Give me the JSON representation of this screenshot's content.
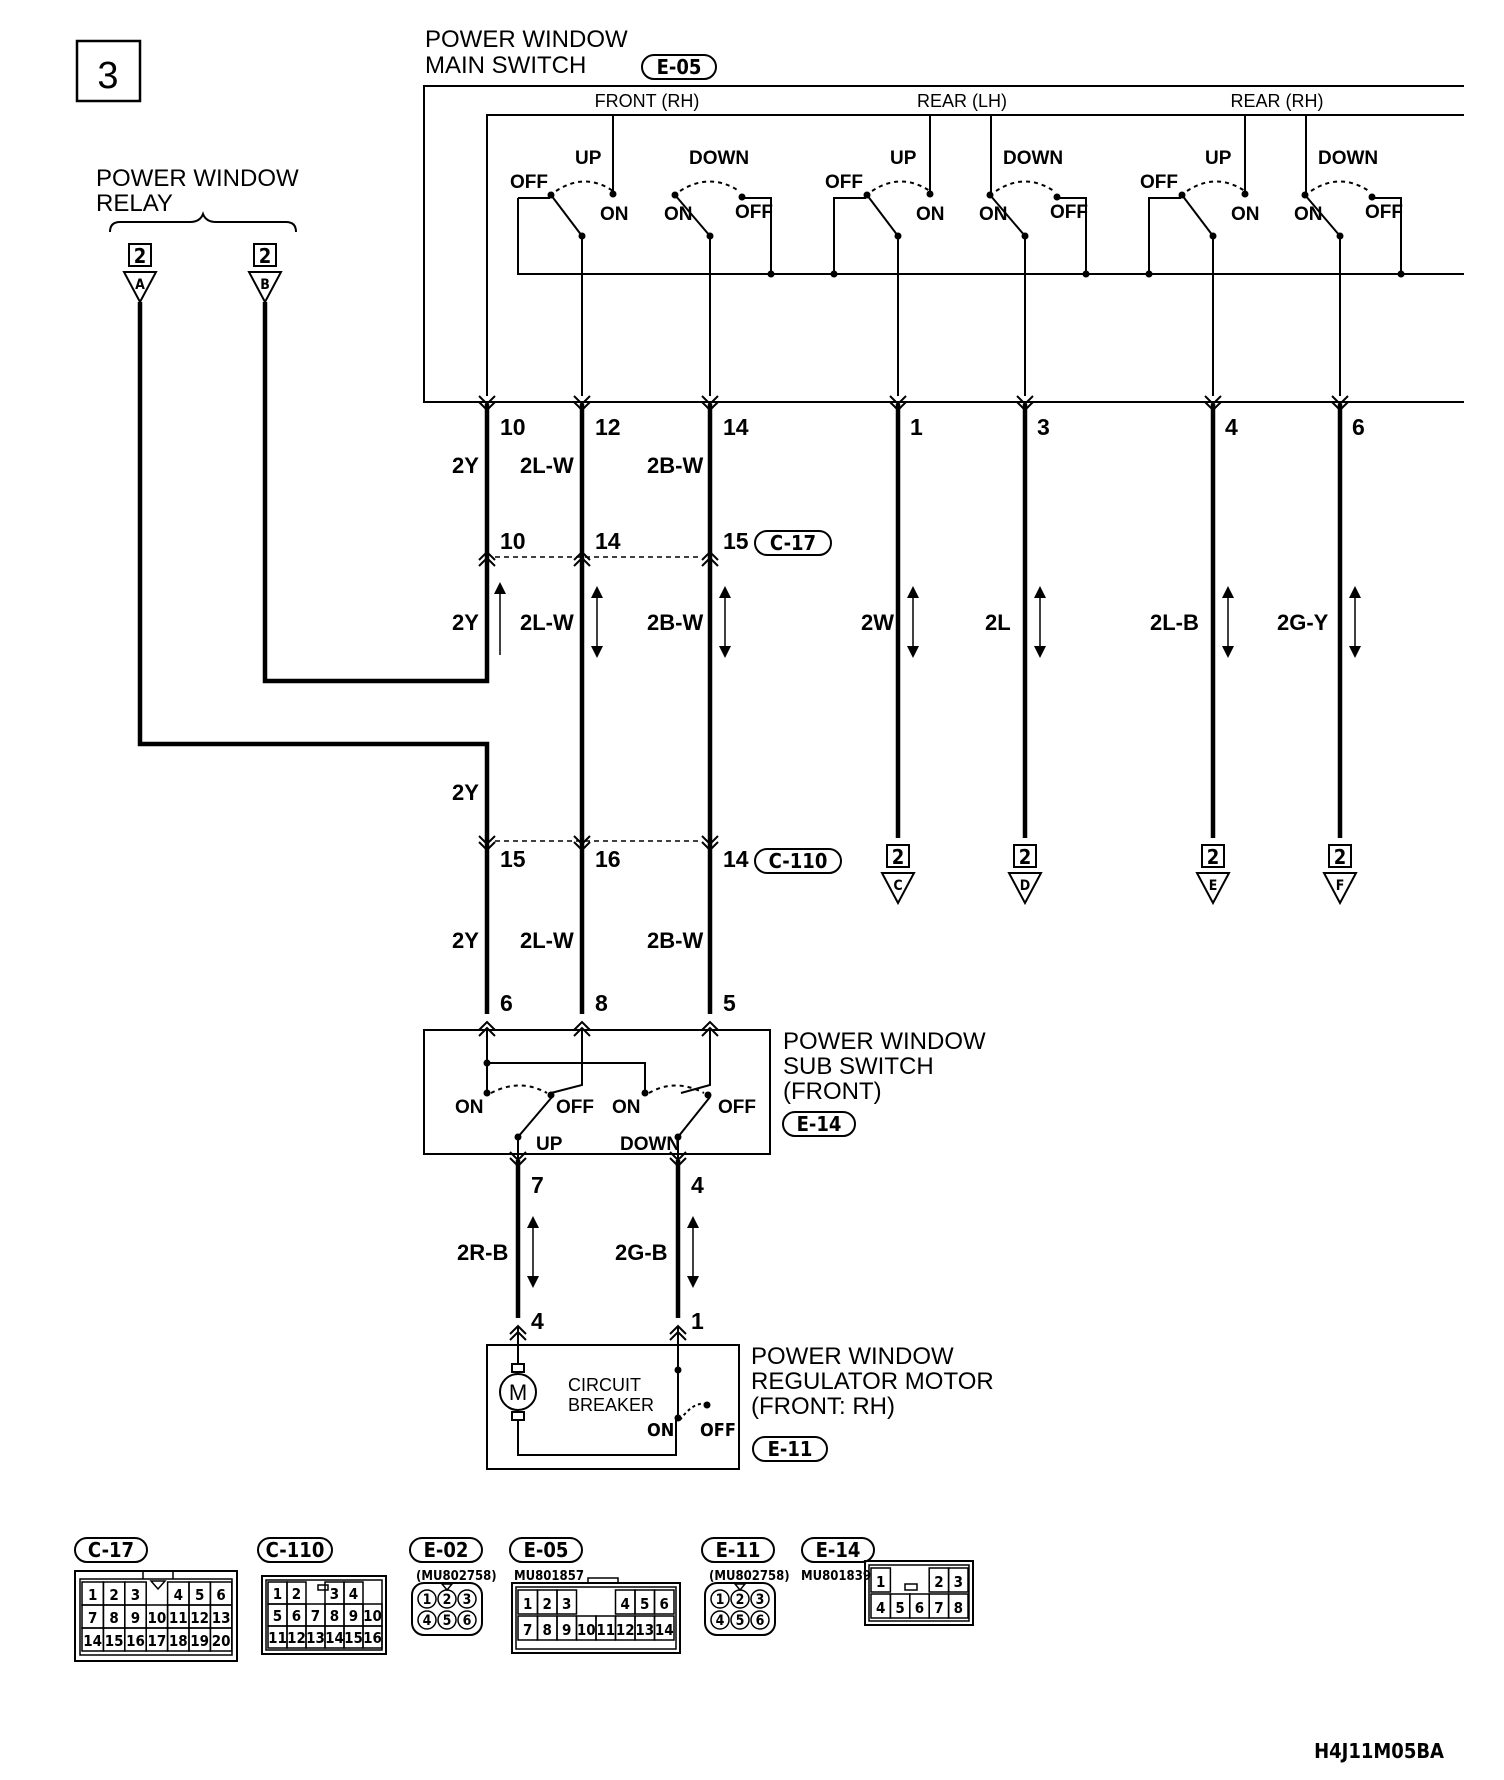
{
  "page_number": "3",
  "figure_code": "H4J11M05BA",
  "main_switch": {
    "title_1": "POWER WINDOW",
    "title_2": "MAIN SWITCH",
    "connector": "E-05",
    "group_front_rh": "FRONT (RH)",
    "group_rear_lh": "REAR (LH)",
    "group_rear_rh": "REAR (RH)",
    "up": "UP",
    "down": "DOWN",
    "on": "ON",
    "off": "OFF"
  },
  "relay": {
    "title_1": "POWER WINDOW",
    "title_2": "RELAY",
    "page_ref": "2",
    "letter_a": "A",
    "letter_b": "B"
  },
  "pins": {
    "main": [
      "10",
      "12",
      "14",
      "1",
      "3",
      "4",
      "6"
    ],
    "c17": [
      "10",
      "14",
      "15"
    ],
    "c110": [
      "15",
      "16",
      "14"
    ],
    "sub_top": [
      "6",
      "8",
      "5"
    ],
    "sub_bottom": [
      "7",
      "4"
    ],
    "motor": [
      "4",
      "1"
    ]
  },
  "connectors": {
    "c17": "C-17",
    "c110": "C-110",
    "e02": "E-02",
    "e05": "E-05",
    "e11": "E-11",
    "e14": "E-14"
  },
  "wires": {
    "y": "2Y",
    "lw": "2L-W",
    "bw": "2B-W",
    "w": "2W",
    "l": "2L",
    "lb": "2L-B",
    "gy": "2G-Y",
    "rb": "2R-B",
    "gb": "2G-B"
  },
  "offpage": {
    "page_ref": "2",
    "letters": [
      "C",
      "D",
      "E",
      "F"
    ]
  },
  "sub_switch": {
    "title_1": "POWER WINDOW",
    "title_2": "SUB SWITCH",
    "title_3": "(FRONT)",
    "connector": "E-14",
    "on": "ON",
    "off": "OFF",
    "up": "UP",
    "down": "DOWN"
  },
  "motor": {
    "title_1": "POWER WINDOW",
    "title_2": "REGULATOR MOTOR",
    "title_3": "(FRONT: RH)",
    "connector": "E-11",
    "symbol": "M",
    "breaker_1": "CIRCUIT",
    "breaker_2": "BREAKER",
    "on": "ON",
    "off": "OFF"
  },
  "legend": {
    "c17_rows": [
      [
        "1",
        "2",
        "3",
        "",
        "4",
        "5",
        "6"
      ],
      [
        "7",
        "8",
        "9",
        "10",
        "11",
        "12",
        "13"
      ],
      [
        "14",
        "15",
        "16",
        "17",
        "18",
        "19",
        "20"
      ]
    ],
    "c110_rows": [
      [
        "1",
        "2",
        "",
        "3",
        "4"
      ],
      [
        "5",
        "6",
        "7",
        "8",
        "9",
        "10"
      ],
      [
        "11",
        "12",
        "13",
        "14",
        "15",
        "16"
      ]
    ],
    "round_pins": [
      "1",
      "2",
      "3",
      "4",
      "5",
      "6"
    ],
    "e02_part": "(MU802758)",
    "e05_part": "MU801857",
    "e05_rows": [
      [
        "1",
        "2",
        "3",
        "4",
        "5",
        "6"
      ],
      [
        "7",
        "8",
        "9",
        "10",
        "11",
        "12",
        "13",
        "14"
      ]
    ],
    "e11_part": "(MU802758)",
    "e14_part": "MU801839",
    "e14_rows": [
      [
        "1",
        "2",
        "3"
      ],
      [
        "4",
        "5",
        "6",
        "7",
        "8"
      ]
    ]
  }
}
